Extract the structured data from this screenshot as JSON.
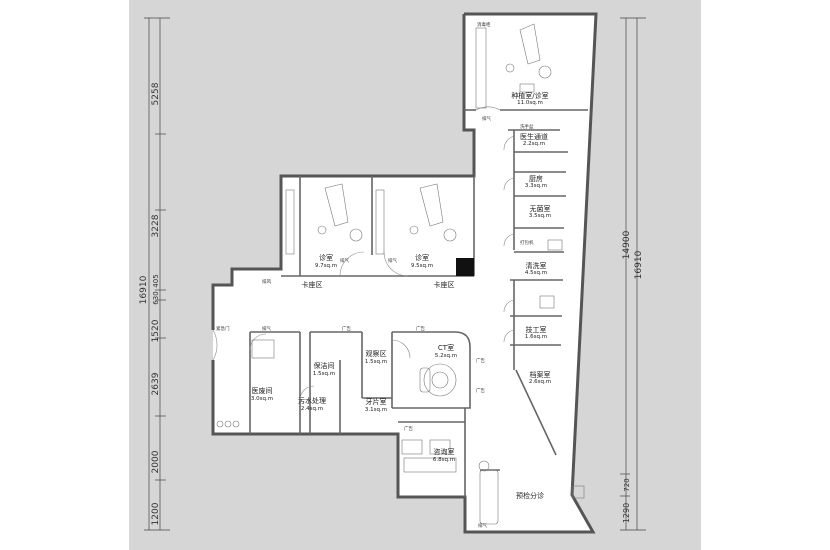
{
  "dimensions": {
    "left_outer": {
      "total": "16910",
      "segments": [
        "5258",
        "3228",
        "630",
        "405",
        "1520",
        "2639",
        "2000",
        "1200"
      ]
    },
    "right_outer": {
      "total": "16910",
      "segments": [
        "14900",
        "720",
        "1290"
      ]
    }
  },
  "rooms": [
    {
      "name": "种植室/诊室",
      "area": "11.0sq.m"
    },
    {
      "name": "医生通道",
      "area": "2.2sq.m"
    },
    {
      "name": "厨房",
      "area": "3.3sq.m"
    },
    {
      "name": "无菌室",
      "area": "3.5sq.m"
    },
    {
      "name": "清洗室",
      "area": "4.5sq.m"
    },
    {
      "name": "技工室",
      "area": "1.6sq.m"
    },
    {
      "name": "档案室",
      "area": "2.6sq.m"
    },
    {
      "name": "诊室",
      "area": "9.7sq.m"
    },
    {
      "name": "诊室",
      "area": "9.5sq.m"
    },
    {
      "name": "卡座区",
      "area": ""
    },
    {
      "name": "卡座区",
      "area": ""
    },
    {
      "name": "CT室",
      "area": "5.2sq.m"
    },
    {
      "name": "观察区",
      "area": "1.5sq.m"
    },
    {
      "name": "保洁间",
      "area": "1.5sq.m"
    },
    {
      "name": "医废间",
      "area": "3.0sq.m"
    },
    {
      "name": "污水处理",
      "area": "2.4sq.m"
    },
    {
      "name": "牙片室",
      "area": "3.1sq.m"
    },
    {
      "name": "咨询室",
      "area": "6.8sq.m"
    },
    {
      "name": "预检分诊",
      "area": ""
    }
  ],
  "small_labels": [
    "排气",
    "排气",
    "排气",
    "排气",
    "排气",
    "广告",
    "广告",
    "广告",
    "广告",
    "广告",
    "排风",
    "紧急门",
    "消毒柜",
    "洗手盆",
    "打包机"
  ]
}
